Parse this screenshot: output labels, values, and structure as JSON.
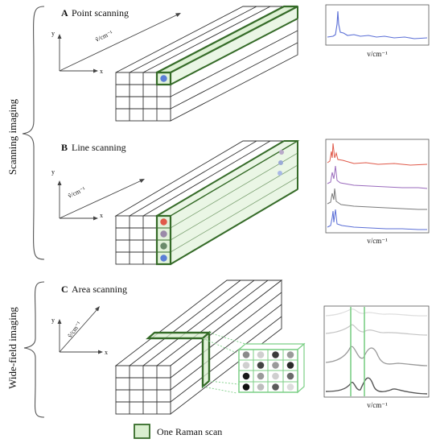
{
  "side_labels": {
    "scanning": "Scanning imaging",
    "widefield": "Wide-field imaging"
  },
  "panels": {
    "A": {
      "letter": "A",
      "title": "Point scanning"
    },
    "B": {
      "letter": "B",
      "title": "Line scanning"
    },
    "C": {
      "letter": "C",
      "title": "Area scanning"
    }
  },
  "axes": {
    "x": "x",
    "y": "y",
    "depth": "ṽ/cm⁻¹"
  },
  "spectrum_xlabel": "v/cm⁻¹",
  "legend": {
    "label": "One Raman scan"
  },
  "colors": {
    "green_edge": "#356b28",
    "green_fill": "#d9efcf",
    "blue": "#5b7fd6",
    "red": "#e05a4a",
    "purple": "#9a6bbd",
    "gray": "#8a8a8a",
    "area_green": "#7ccf86"
  }
}
